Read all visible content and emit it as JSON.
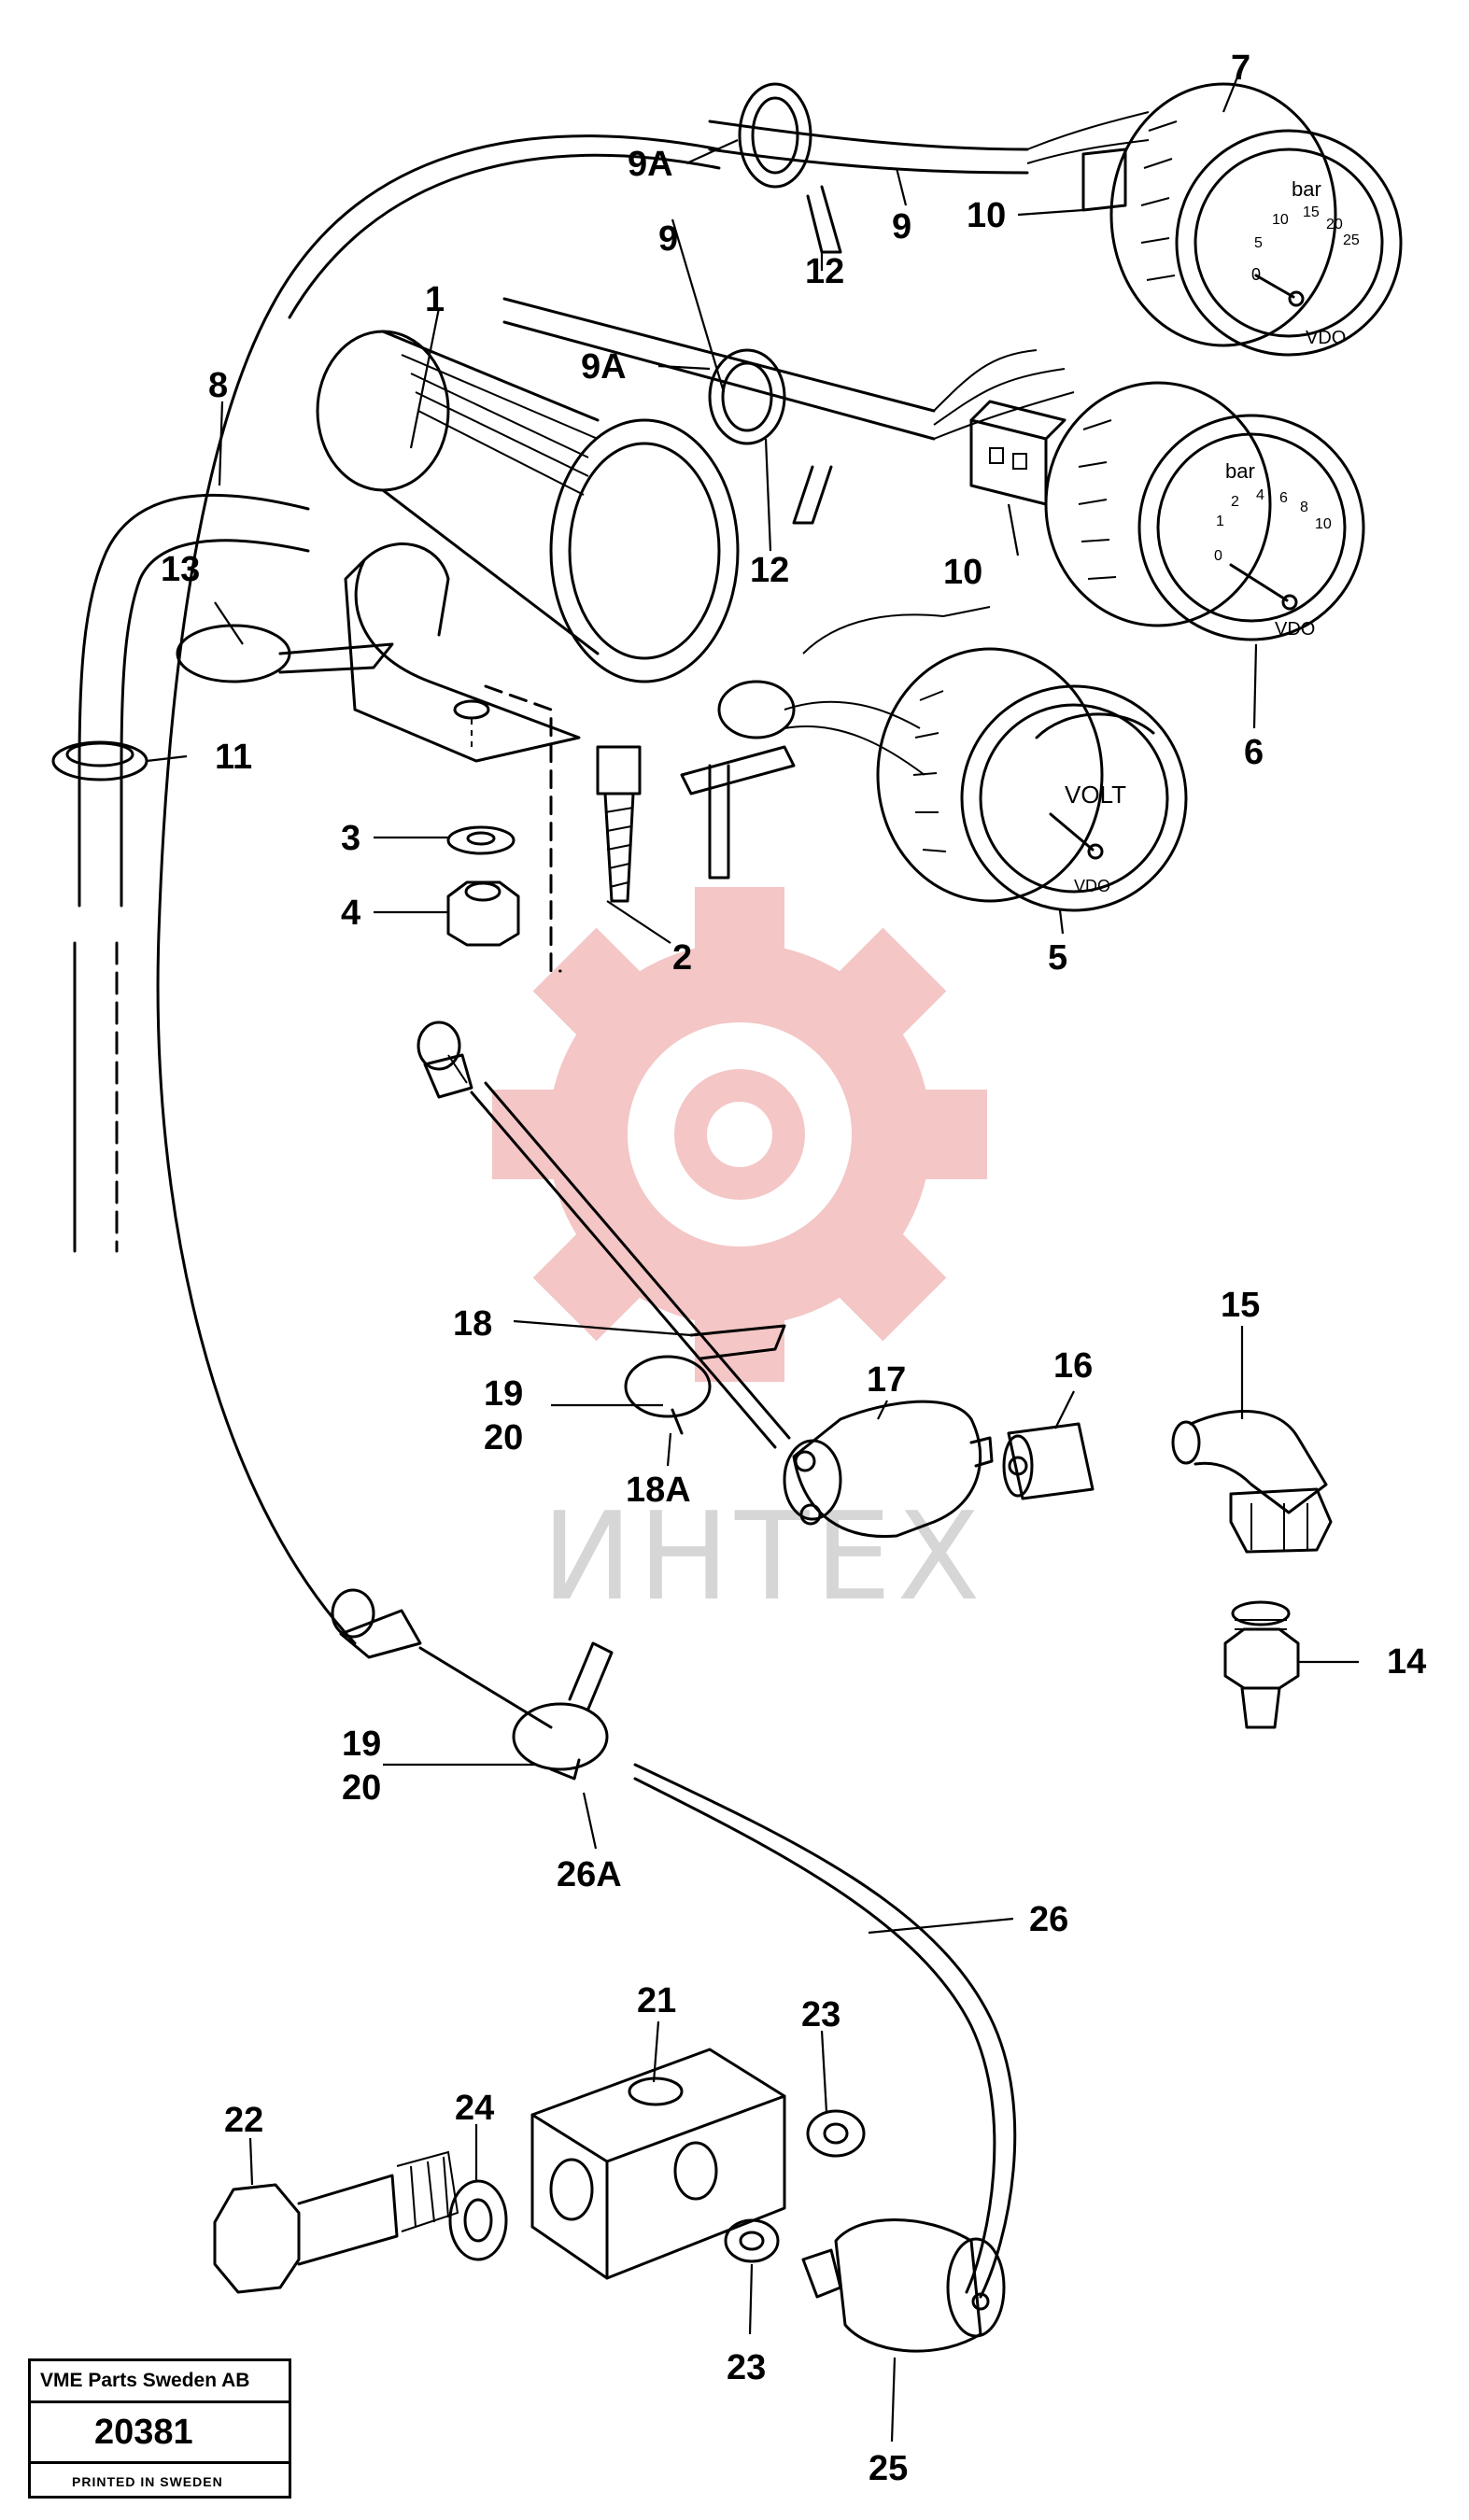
{
  "watermark": {
    "text": "ИНТЕХ",
    "gear_color": "#f4c6c6"
  },
  "labels": {
    "l1": "1",
    "l2": "2",
    "l3": "3",
    "l4": "4",
    "l5": "5",
    "l6": "6",
    "l7": "7",
    "l8": "8",
    "l9a": "9",
    "l9b": "9",
    "l9A_a": "9A",
    "l9A_b": "9A",
    "l10a": "10",
    "l10b": "10",
    "l11": "11",
    "l12a": "12",
    "l12b": "12",
    "l13": "13",
    "l14": "14",
    "l15": "15",
    "l16": "16",
    "l17": "17",
    "l18": "18",
    "l18A": "18A",
    "l19a": "19",
    "l20a": "20",
    "l19b": "19",
    "l20b": "20",
    "l21": "21",
    "l22": "22",
    "l23a": "23",
    "l23b": "23",
    "l24": "24",
    "l25": "25",
    "l26": "26",
    "l26A": "26A"
  },
  "gauges": {
    "volt": {
      "face_label": "VOLT",
      "brand": "VDO"
    },
    "pressure_small": {
      "unit": "bar",
      "scale": [
        "0",
        "1",
        "2",
        "4",
        "6",
        "8",
        "10"
      ],
      "brand": "VDO"
    },
    "pressure_large": {
      "unit": "bar",
      "scale": [
        "0",
        "5",
        "10",
        "15",
        "20",
        "25"
      ],
      "brand": "VDO"
    }
  },
  "stamp": {
    "company": "VME Parts Sweden AB",
    "number": "20381",
    "printed": "PRINTED IN SWEDEN"
  }
}
